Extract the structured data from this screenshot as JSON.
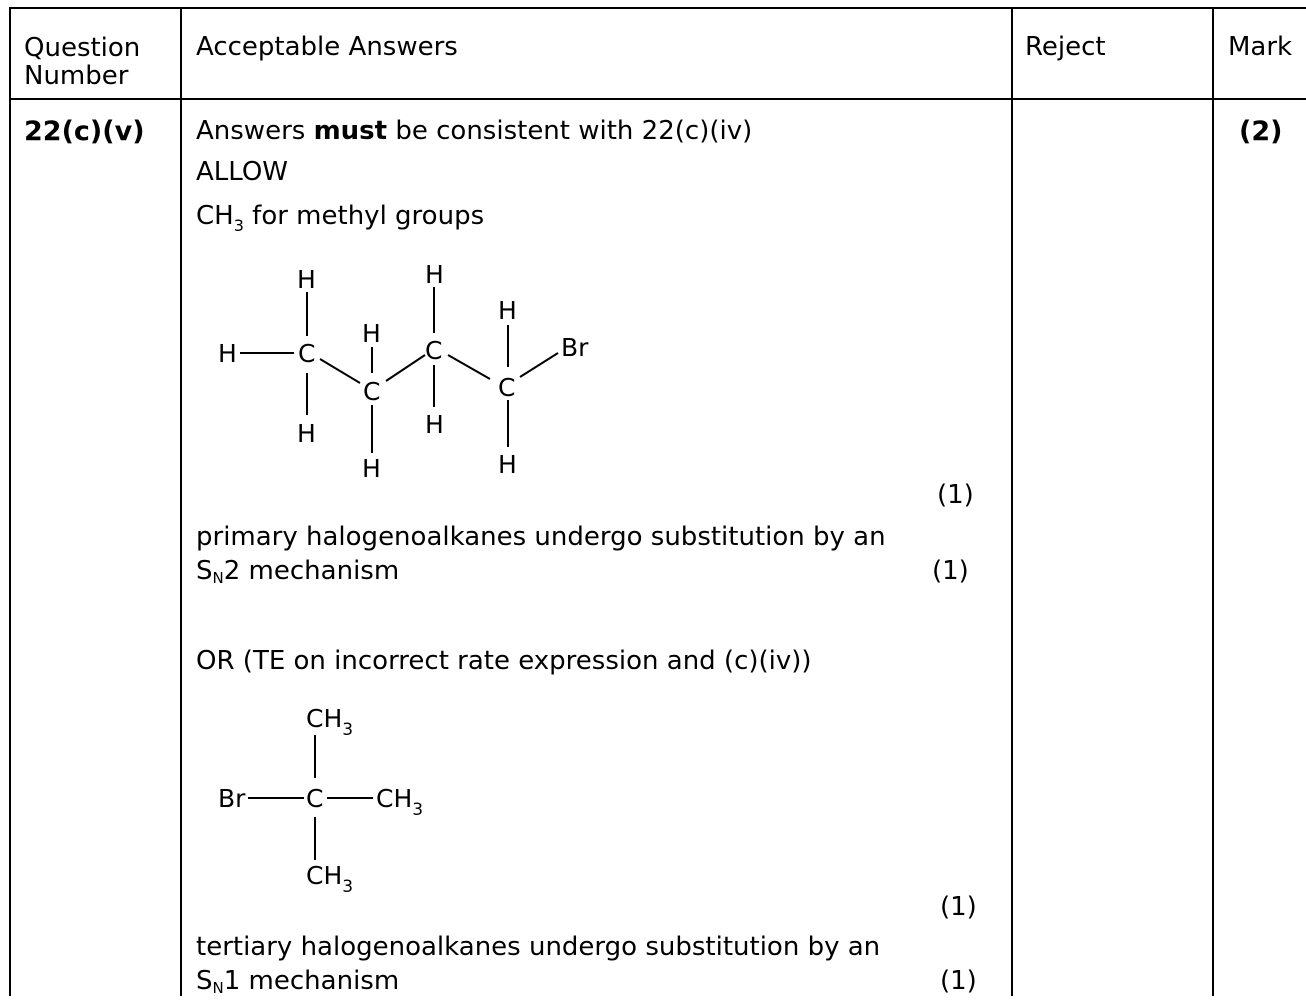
{
  "table": {
    "headers": {
      "question_number_line1": "Question",
      "question_number_line2": "Number",
      "acceptable_answers": "Acceptable Answers",
      "reject": "Reject",
      "mark": "Mark"
    },
    "row": {
      "question_number": "22(c)(v)",
      "mark": "(2)",
      "line1_a": "Answers ",
      "line1_b": "must",
      "line1_c": " be consistent with 22(c)(iv)",
      "allow": "ALLOW",
      "ch_prefix": "CH",
      "ch_sub": "3",
      "ch_suffix": " for methyl groups",
      "mark_one": "(1)",
      "primary_text": "primary halogenoalkanes undergo substitution by an",
      "sn_s": "S",
      "sn_n": "N",
      "sn2_rest": "2 mechanism",
      "or_text": "OR (TE on incorrect rate expression and (c)(iv))",
      "tertiary_text": "tertiary halogenoalkanes undergo substitution by an",
      "sn1_rest": "1 mechanism"
    }
  },
  "structures": {
    "atom_h": "H",
    "atom_c": "C",
    "atom_br": "Br",
    "ch3_main": "CH",
    "ch3_sub": "3"
  }
}
